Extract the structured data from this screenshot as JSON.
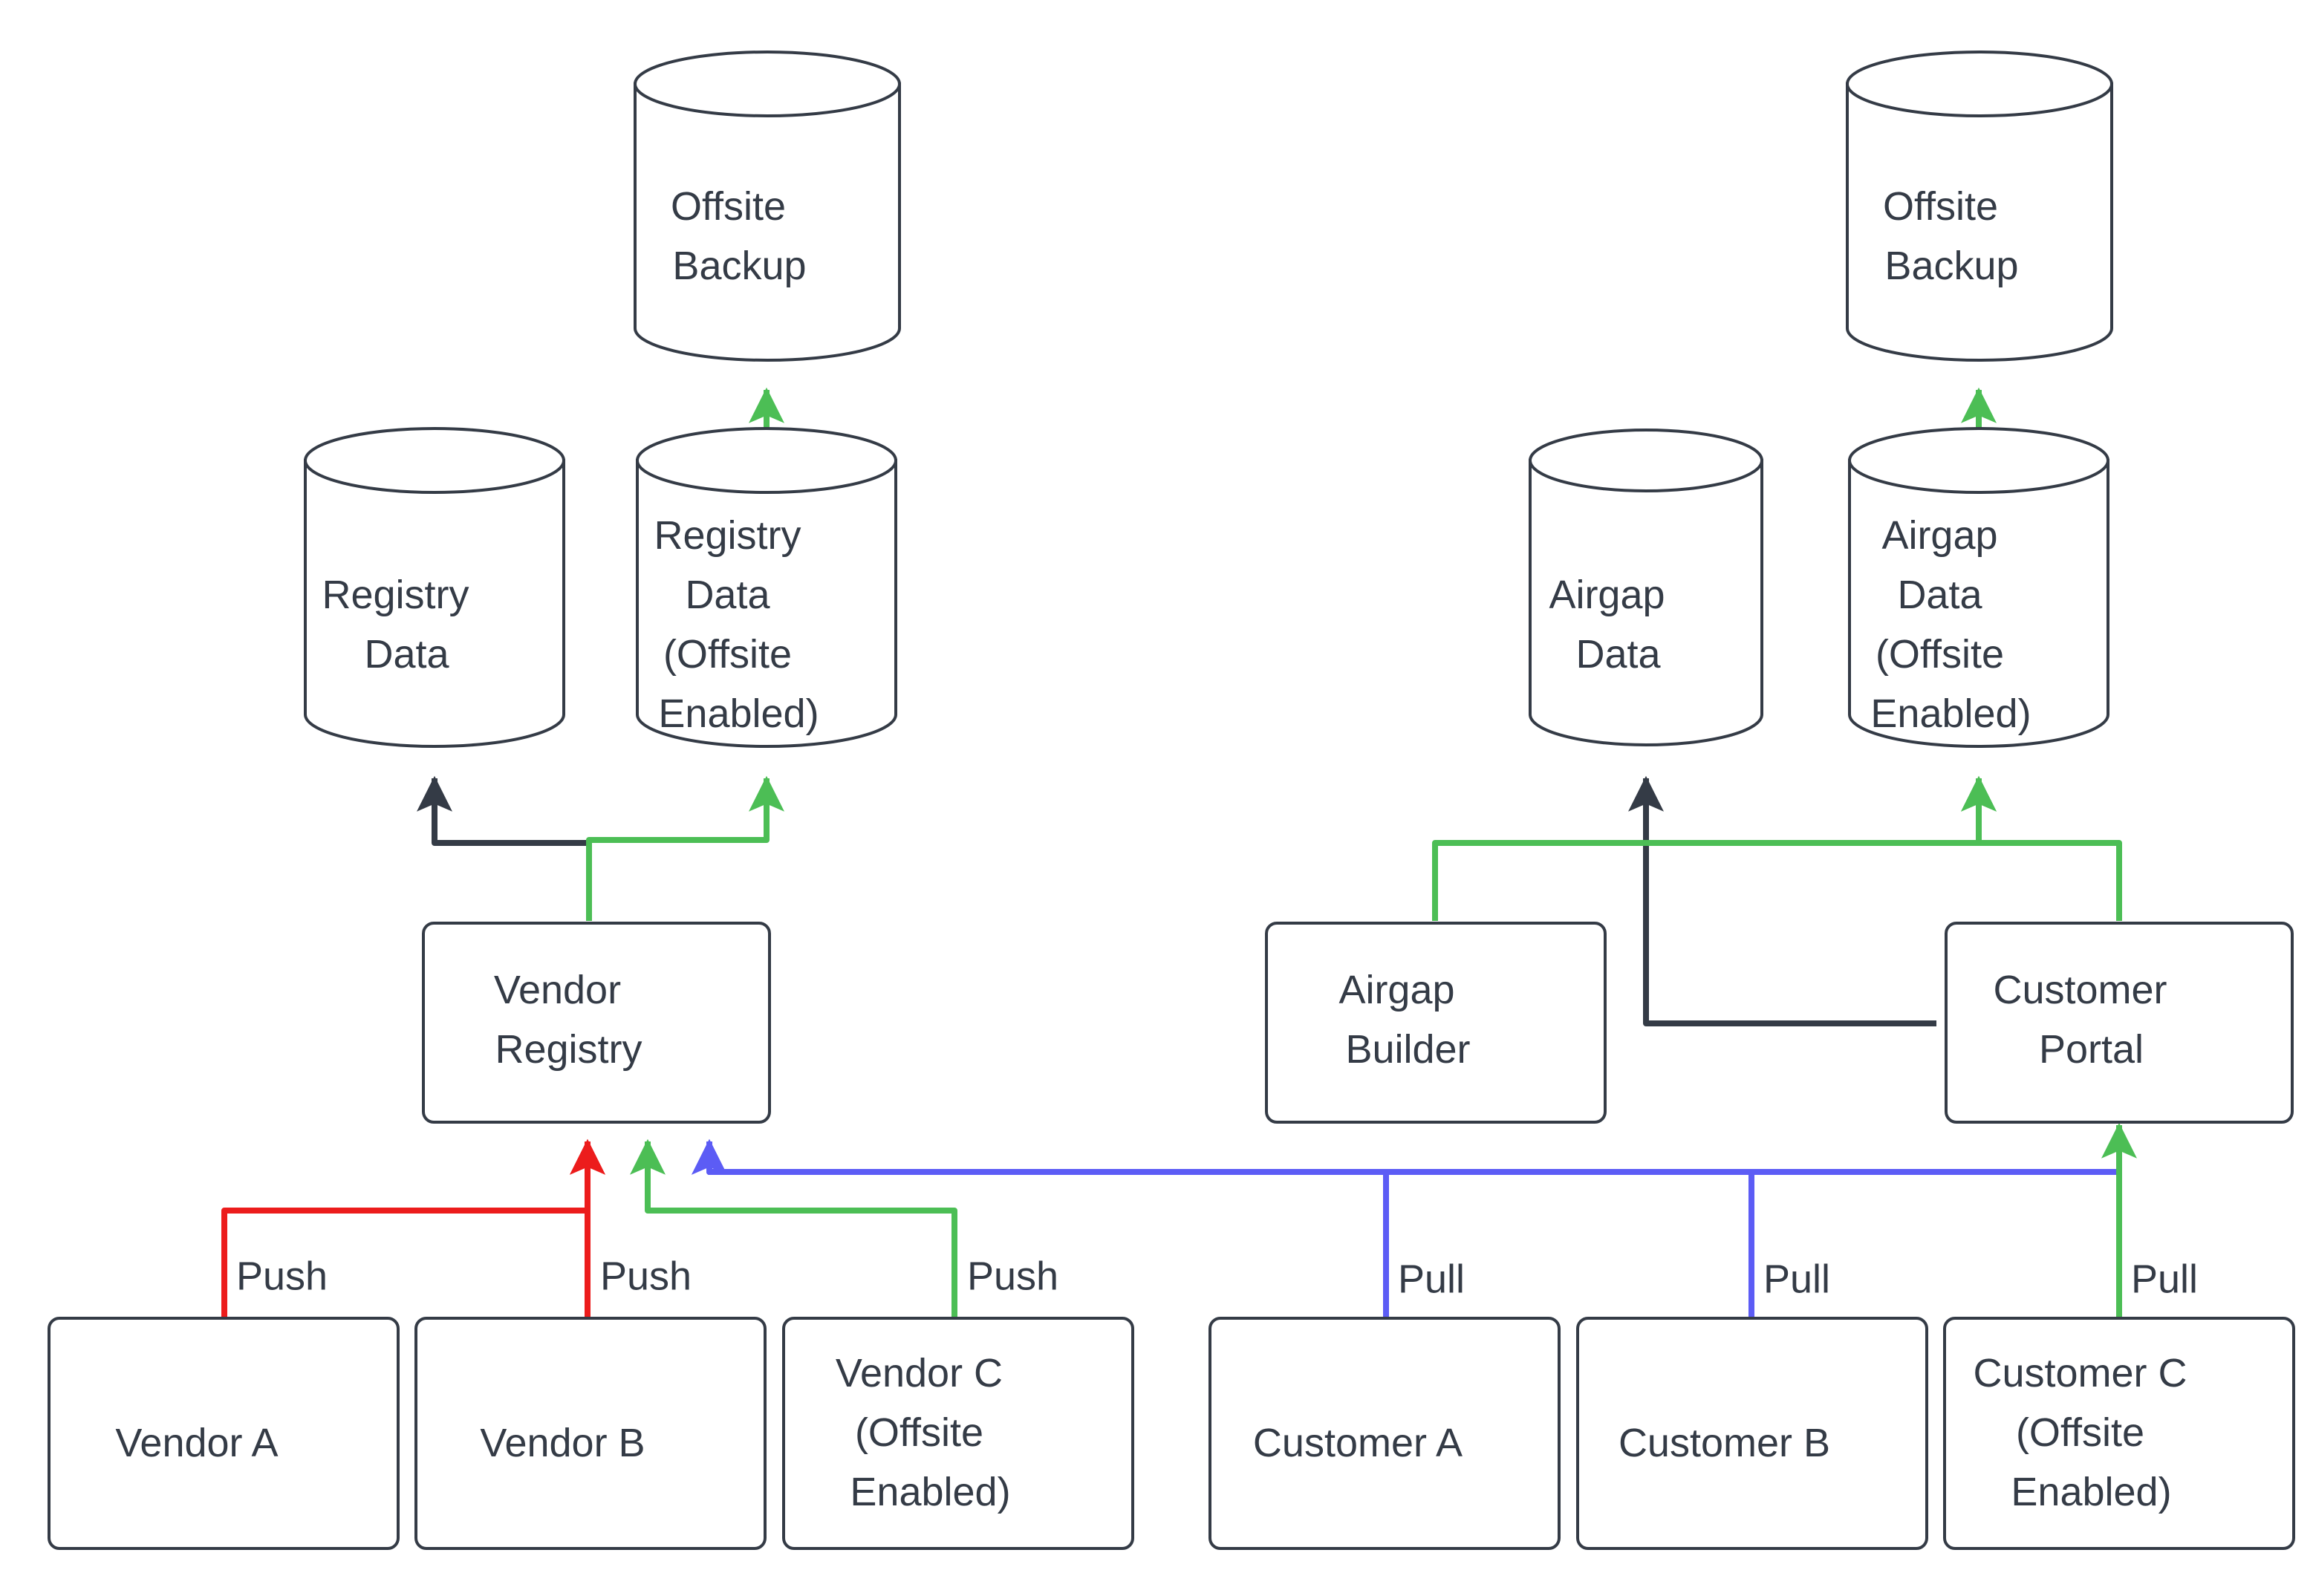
{
  "diagram": {
    "type": "flowchart",
    "background": "#ffffff",
    "colors": {
      "stroke_dark": "#343b46",
      "text": "#343b46",
      "edge_dark": "#343b46",
      "edge_green": "#4cbe55",
      "edge_red": "#ec1c1c",
      "edge_blue": "#5c5cf5",
      "node_fill": "#ffffff"
    },
    "nodes": [
      {
        "id": "offsite-backup-left",
        "shape": "cylinder",
        "label": "Offsite\nBackup",
        "lines": [
          "Offsite",
          "Backup"
        ]
      },
      {
        "id": "registry-data",
        "shape": "cylinder",
        "label": "Registry\nData",
        "lines": [
          "Registry",
          "Data"
        ]
      },
      {
        "id": "registry-data-offsite",
        "shape": "cylinder",
        "label": "Registry\nData\n(Offsite\nEnabled)",
        "lines": [
          "Registry",
          "Data",
          "(Offsite",
          "Enabled)"
        ]
      },
      {
        "id": "vendor-registry",
        "shape": "box",
        "label": "Vendor\nRegistry",
        "lines": [
          "Vendor",
          "Registry"
        ]
      },
      {
        "id": "vendor-a",
        "shape": "box",
        "label": "Vendor A",
        "lines": [
          "Vendor A"
        ]
      },
      {
        "id": "vendor-b",
        "shape": "box",
        "label": "Vendor B",
        "lines": [
          "Vendor B"
        ]
      },
      {
        "id": "vendor-c",
        "shape": "box",
        "label": "Vendor C\n(Offsite\nEnabled)",
        "lines": [
          "Vendor C",
          "(Offsite",
          "Enabled)"
        ]
      },
      {
        "id": "offsite-backup-right",
        "shape": "cylinder",
        "label": "Offsite\nBackup",
        "lines": [
          "Offsite",
          "Backup"
        ]
      },
      {
        "id": "airgap-data",
        "shape": "cylinder",
        "label": "Airgap\nData",
        "lines": [
          "Airgap",
          "Data"
        ]
      },
      {
        "id": "airgap-data-offsite",
        "shape": "cylinder",
        "label": "Airgap\nData\n(Offsite\nEnabled)",
        "lines": [
          "Airgap",
          "Data",
          "(Offsite",
          "Enabled)"
        ]
      },
      {
        "id": "airgap-builder",
        "shape": "box",
        "label": "Airgap\nBuilder",
        "lines": [
          "Airgap",
          "Builder"
        ]
      },
      {
        "id": "customer-portal",
        "shape": "box",
        "label": "Customer\nPortal",
        "lines": [
          "Customer",
          "Portal"
        ]
      },
      {
        "id": "customer-a",
        "shape": "box",
        "label": "Customer A",
        "lines": [
          "Customer A"
        ]
      },
      {
        "id": "customer-b",
        "shape": "box",
        "label": "Customer B",
        "lines": [
          "Customer B"
        ]
      },
      {
        "id": "customer-c",
        "shape": "box",
        "label": "Customer C\n(Offsite\nEnabled)",
        "lines": [
          "Customer C",
          "(Offsite",
          "Enabled)"
        ]
      }
    ],
    "edges": [
      {
        "id": "e-vendor-a-push",
        "from": "vendor-a",
        "to": "vendor-registry",
        "label": "Push",
        "color": "#ec1c1c"
      },
      {
        "id": "e-vendor-b-push",
        "from": "vendor-b",
        "to": "vendor-registry",
        "label": "Push",
        "color": "#ec1c1c"
      },
      {
        "id": "e-vendor-c-push",
        "from": "vendor-c",
        "to": "vendor-registry",
        "label": "Push",
        "color": "#4cbe55"
      },
      {
        "id": "e-customer-a-pull",
        "from": "customer-a",
        "to": "vendor-registry",
        "label": "Pull",
        "color": "#5c5cf5"
      },
      {
        "id": "e-customer-b-pull",
        "from": "customer-b",
        "to": "vendor-registry",
        "label": "Pull",
        "color": "#5c5cf5"
      },
      {
        "id": "e-customer-c-pull",
        "from": "customer-c",
        "to": "customer-portal",
        "label": "Pull",
        "color": "#4cbe55"
      },
      {
        "id": "e-registry-data",
        "from": "vendor-registry",
        "to": "registry-data",
        "label": "",
        "color": "#343b46"
      },
      {
        "id": "e-registry-data-off",
        "from": "vendor-registry",
        "to": "registry-data-offsite",
        "label": "",
        "color": "#4cbe55"
      },
      {
        "id": "e-offsite-backup-left",
        "from": "registry-data-offsite",
        "to": "offsite-backup-left",
        "label": "",
        "color": "#4cbe55"
      },
      {
        "id": "e-airgap-data",
        "from": "customer-portal",
        "to": "airgap-data",
        "label": "",
        "color": "#343b46"
      },
      {
        "id": "e-airgap-data-off",
        "from": "customer-portal",
        "to": "airgap-data-offsite",
        "label": "",
        "color": "#4cbe55"
      },
      {
        "id": "e-airgap-builder-off",
        "from": "airgap-builder",
        "to": "airgap-data-offsite",
        "label": "",
        "color": "#4cbe55"
      },
      {
        "id": "e-offsite-backup-right",
        "from": "airgap-data-offsite",
        "to": "offsite-backup-right",
        "label": "",
        "color": "#4cbe55"
      }
    ],
    "edge_labels": {
      "push_1": "Push",
      "push_2": "Push",
      "push_3": "Push",
      "pull_1": "Pull",
      "pull_2": "Pull",
      "pull_3": "Pull"
    },
    "node_text": {
      "offsite_backup_l1": "Offsite",
      "offsite_backup_l2": "Backup",
      "registry_data_l1": "Registry",
      "registry_data_l2": "Data",
      "registry_data_off_l1": "Registry",
      "registry_data_off_l2": "Data",
      "registry_data_off_l3": "(Offsite",
      "registry_data_off_l4": "Enabled)",
      "vendor_registry_l1": "Vendor",
      "vendor_registry_l2": "Registry",
      "vendor_a": "Vendor A",
      "vendor_b": "Vendor B",
      "vendor_c_l1": "Vendor C",
      "vendor_c_l2": "(Offsite",
      "vendor_c_l3": "Enabled)",
      "offsite_backup_r_l1": "Offsite",
      "offsite_backup_r_l2": "Backup",
      "airgap_data_l1": "Airgap",
      "airgap_data_l2": "Data",
      "airgap_data_off_l1": "Airgap",
      "airgap_data_off_l2": "Data",
      "airgap_data_off_l3": "(Offsite",
      "airgap_data_off_l4": "Enabled)",
      "airgap_builder_l1": "Airgap",
      "airgap_builder_l2": "Builder",
      "customer_portal_l1": "Customer",
      "customer_portal_l2": "Portal",
      "customer_a": "Customer A",
      "customer_b": "Customer B",
      "customer_c_l1": "Customer C",
      "customer_c_l2": "(Offsite",
      "customer_c_l3": "Enabled)"
    }
  }
}
